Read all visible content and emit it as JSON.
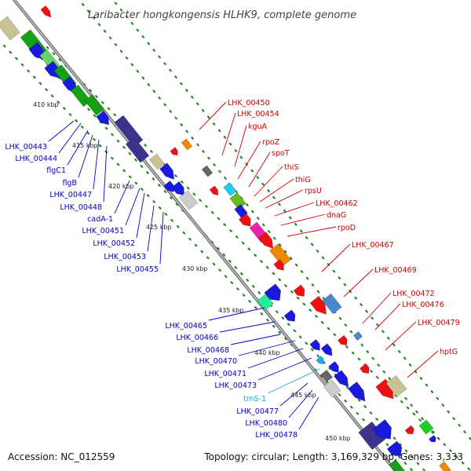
{
  "title": "Laribacter hongkongensis HLHK9, complete genome",
  "footer": {
    "accession": "Accession: NC_012559",
    "stats": "Topology: circular; Length: 3,169,329 bp; Genes: 3,333"
  },
  "colors": {
    "backbone": "#888888",
    "ruler_dots": "#228822",
    "label_forward": "#d00000",
    "label_reverse": "#0000cc",
    "label_rna": "#22aacc"
  },
  "scale_labels": [
    "410 kbp",
    "415 kbp",
    "420 kbp",
    "425 kbp",
    "430 kbp",
    "435 kbp",
    "440 kbp",
    "445 kbp",
    "450 kbp"
  ],
  "labels_right": [
    "LHK_00450",
    "LHK_00454",
    "kguA",
    "rpoZ",
    "spoT",
    "thiS",
    "thiG",
    "rpsU",
    "LHK_00462",
    "dnaG",
    "rpoD",
    "LHK_00467",
    "LHK_00469",
    "LHK_00472",
    "LHK_00476",
    "LHK_00479",
    "hptG"
  ],
  "labels_left_top": [
    "LHK_00443",
    "LHK_00444",
    "flgC1",
    "flgB",
    "LHK_00447",
    "LHK_00448",
    "cadA-1",
    "LHK_00451",
    "LHK_00452",
    "LHK_00453",
    "LHK_00455"
  ],
  "labels_left_bottom": [
    "LHK_00465",
    "LHK_00466",
    "LHK_00468",
    "LHK_00470",
    "LHK_00471",
    "LHK_00473",
    "trnS-1",
    "LHK_00477",
    "LHK_00480",
    "LHK_00478"
  ]
}
